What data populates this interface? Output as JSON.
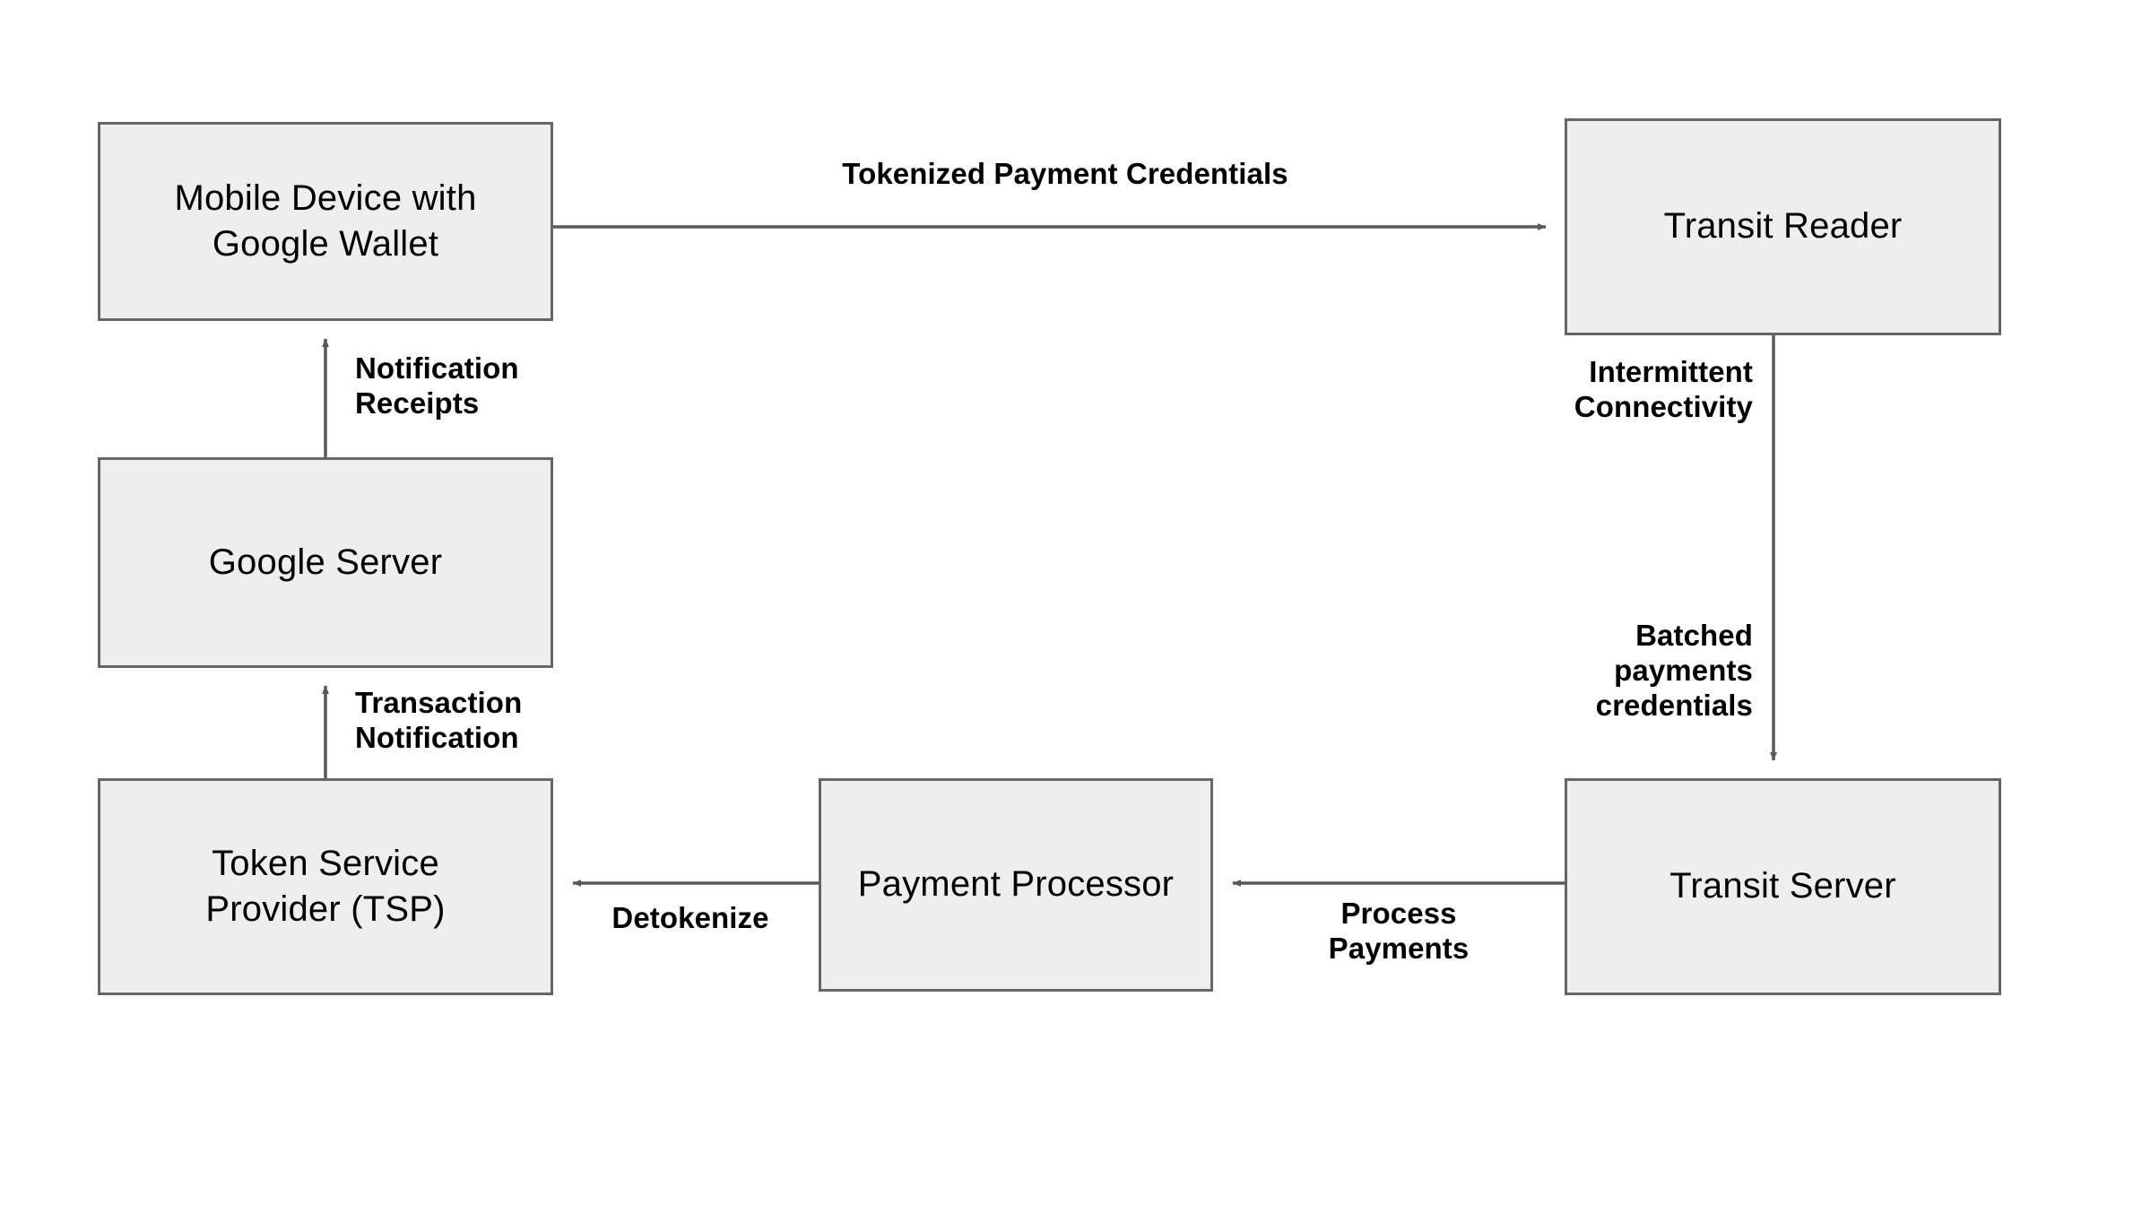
{
  "diagram": {
    "title": "Tokenized transit payment flow",
    "background_color": "#ffffff",
    "node_fill": "#eeeeee",
    "node_border": "#666666",
    "edge_color": "#595959",
    "text_color": "#000000"
  },
  "nodes": [
    {
      "id": "mobile-device",
      "label": "Mobile Device with\nGoogle Wallet"
    },
    {
      "id": "google-server",
      "label": "Google Server"
    },
    {
      "id": "tsp",
      "label": "Token Service\nProvider (TSP)"
    },
    {
      "id": "payment-processor",
      "label": "Payment Processor"
    },
    {
      "id": "transit-reader",
      "label": "Transit Reader"
    },
    {
      "id": "transit-server",
      "label": "Transit Server"
    }
  ],
  "edges": [
    {
      "id": "tokenized-payment-credentials",
      "label": "Tokenized Payment Credentials",
      "from": "mobile-device",
      "to": "transit-reader",
      "direction": "right"
    },
    {
      "id": "intermittent-connectivity",
      "label": "Intermittent\nConnectivity",
      "from": "transit-reader",
      "to": "transit-server",
      "direction": "down"
    },
    {
      "id": "batched-payments-credentials",
      "label": "Batched\npayments\ncredentials",
      "from": "transit-reader",
      "to": "transit-server",
      "direction": "down"
    },
    {
      "id": "process-payments",
      "label": "Process\nPayments",
      "from": "transit-server",
      "to": "payment-processor",
      "direction": "left"
    },
    {
      "id": "detokenize",
      "label": "Detokenize",
      "from": "payment-processor",
      "to": "tsp",
      "direction": "left"
    },
    {
      "id": "transaction-notification",
      "label": "Transaction\nNotification",
      "from": "tsp",
      "to": "google-server",
      "direction": "up"
    },
    {
      "id": "notification-receipts",
      "label": "Notification\nReceipts",
      "from": "google-server",
      "to": "mobile-device",
      "direction": "up"
    }
  ]
}
